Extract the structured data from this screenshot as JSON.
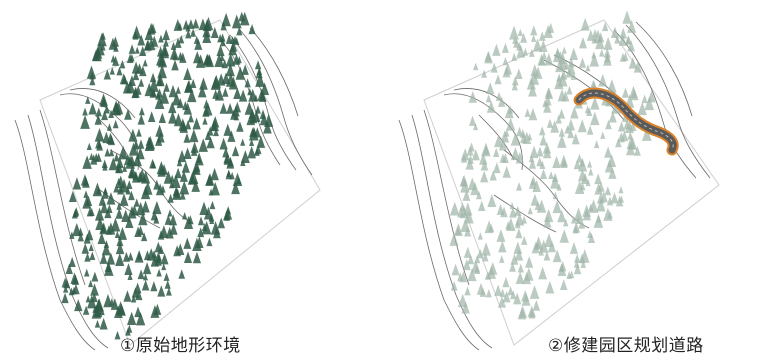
{
  "panels": [
    {
      "caption": "①原始地形环境",
      "tree_density": "dense",
      "road": false
    },
    {
      "caption": "②修建园区规划道路",
      "tree_density": "light",
      "road": true
    }
  ],
  "colors": {
    "contour": "#6a6a6a",
    "tree_dark": "#2f5b47",
    "tree_light": "#9fb5a8",
    "road_fill": "#5a5a5a",
    "road_edge": "#d9832b"
  }
}
